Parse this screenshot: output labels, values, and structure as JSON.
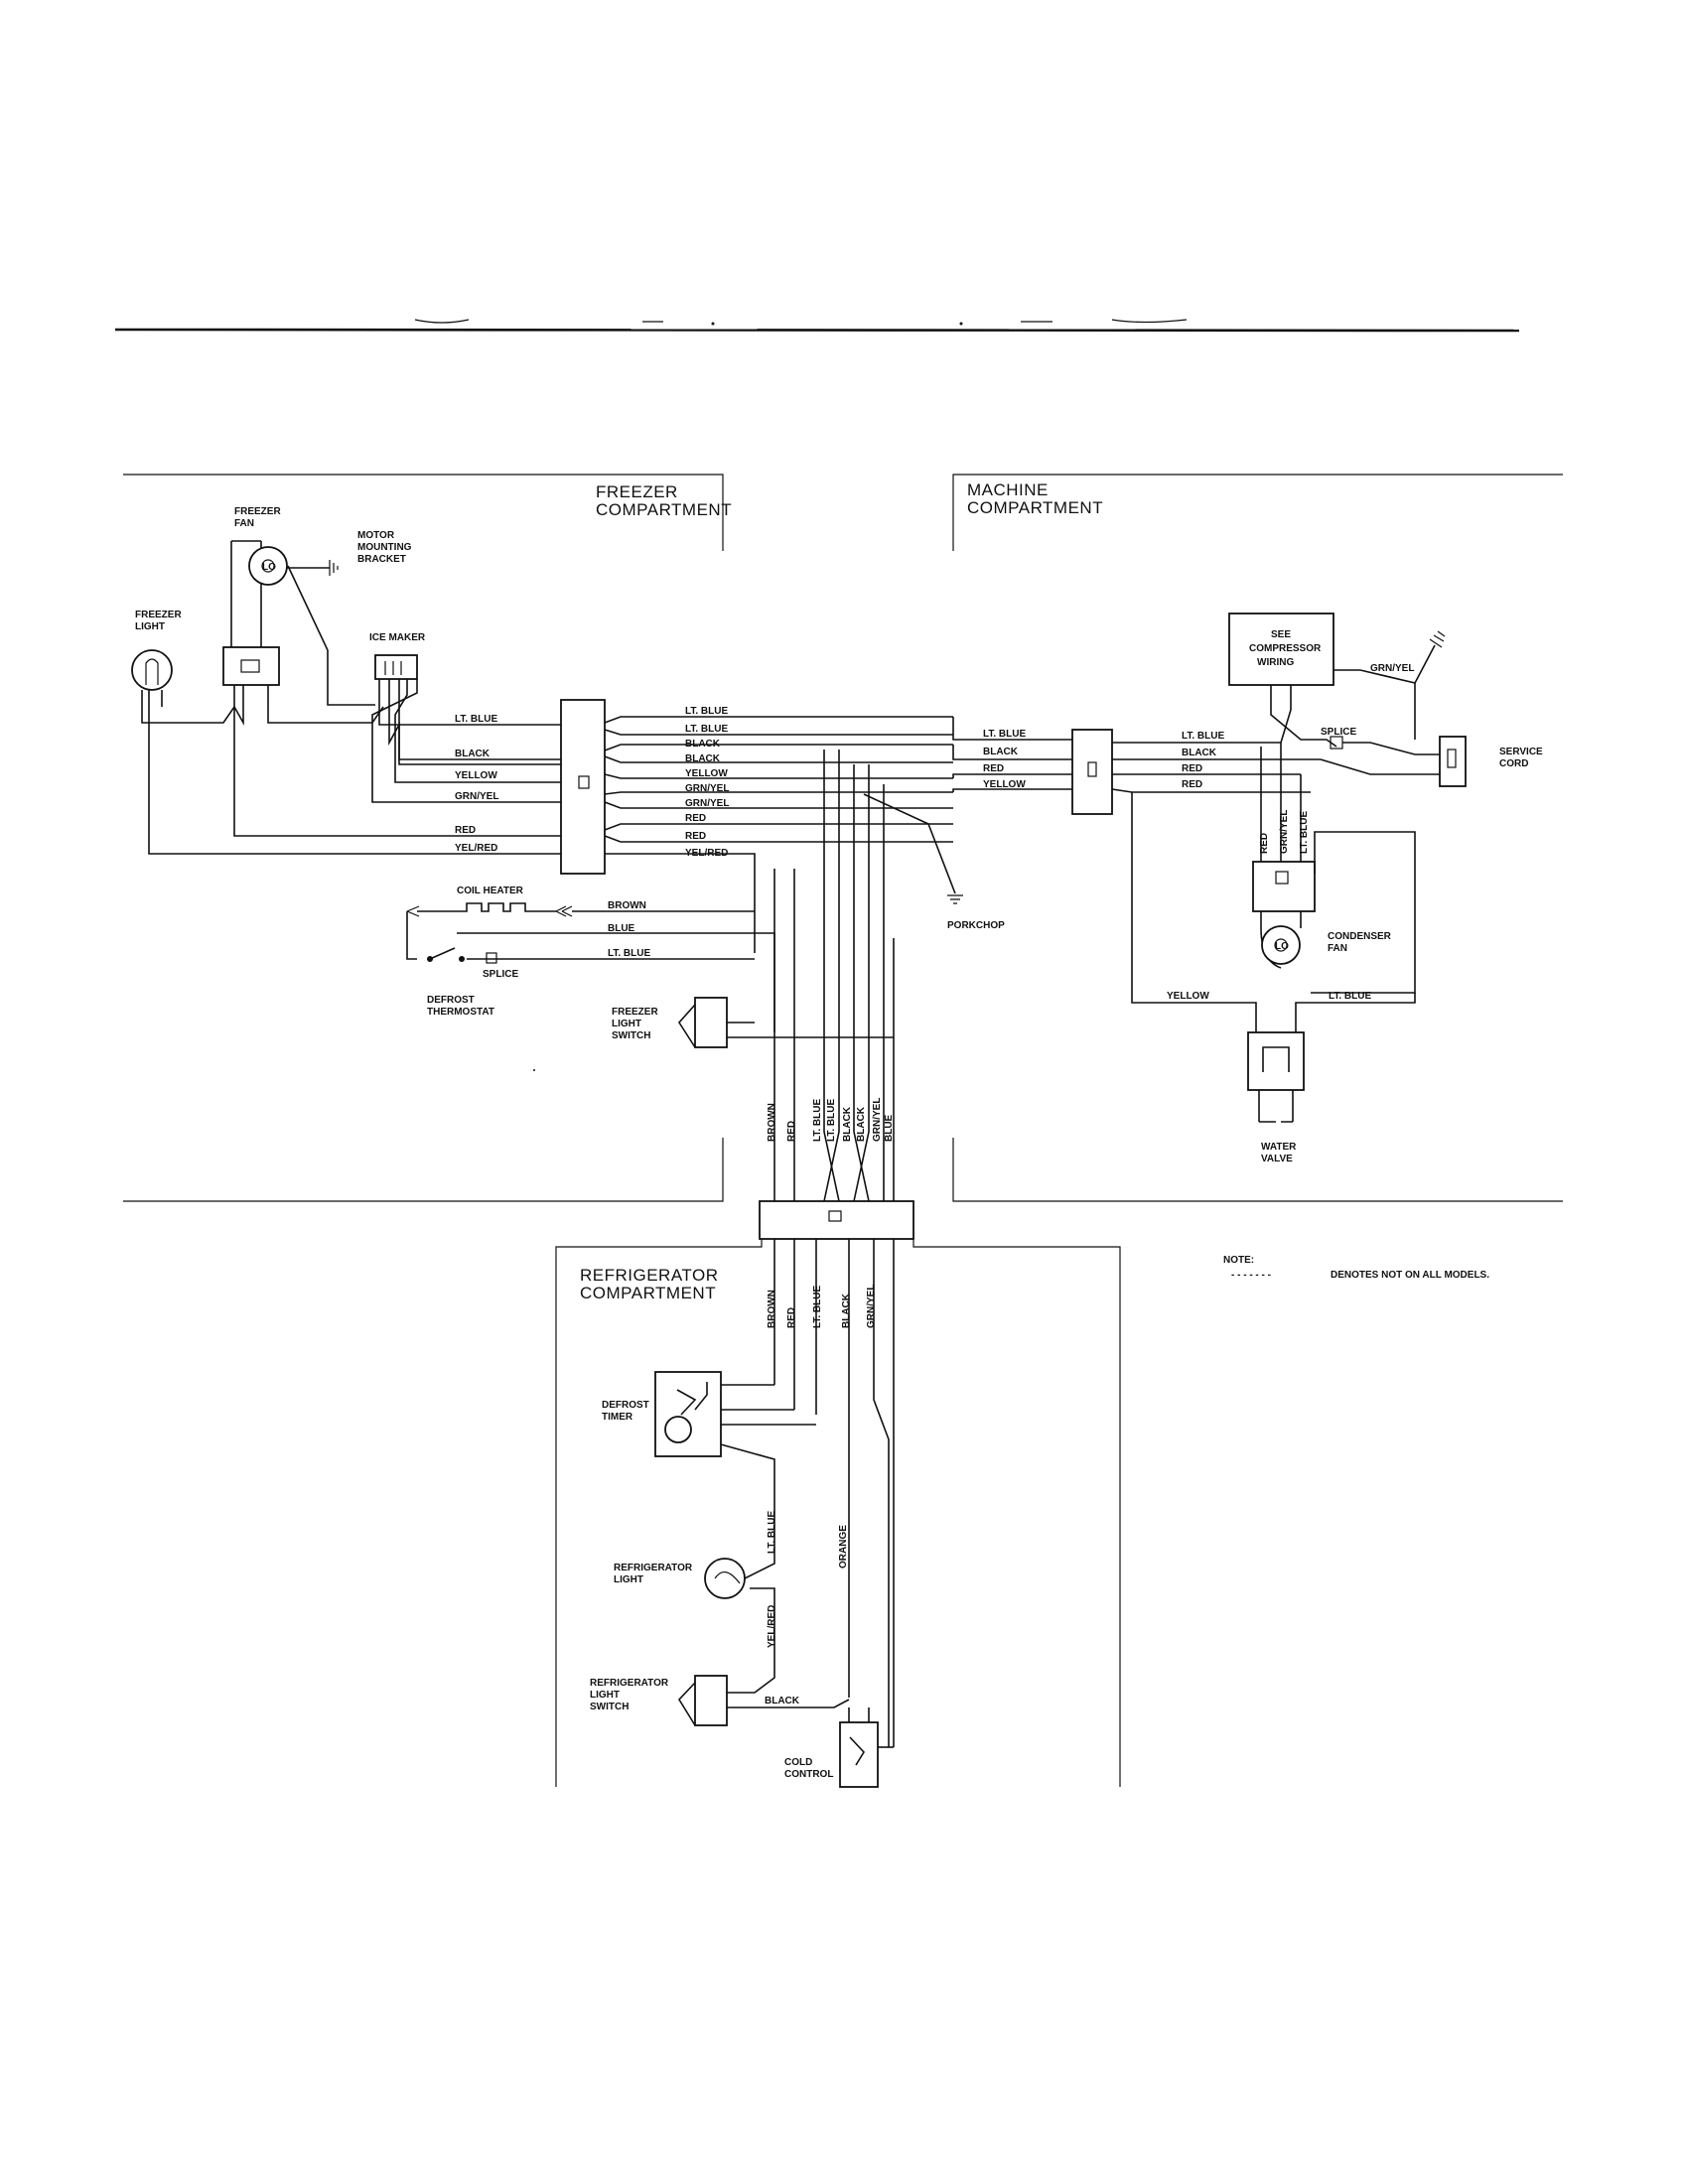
{
  "sections": {
    "freezer": [
      "FREEZER",
      "COMPARTMENT"
    ],
    "machine": [
      "MACHINE",
      "COMPARTMENT"
    ],
    "refrigerator": [
      "REFRIGERATOR",
      "COMPARTMENT"
    ]
  },
  "components": {
    "freezer_fan": [
      "FREEZER",
      "FAN"
    ],
    "motor_bracket": [
      "MOTOR",
      "MOUNTING",
      "BRACKET"
    ],
    "freezer_light": [
      "FREEZER",
      "LIGHT"
    ],
    "ice_maker": "ICE MAKER",
    "coil_heater": "COIL HEATER",
    "splice_left": "SPLICE",
    "defrost_thermostat": [
      "DEFROST",
      "THERMOSTAT"
    ],
    "freezer_light_switch": [
      "FREEZER",
      "LIGHT",
      "SWITCH"
    ],
    "porkchop": "PORKCHOP",
    "compressor_wiring": [
      "SEE",
      "COMPRESSOR",
      "WIRING"
    ],
    "splice_right": "SPLICE",
    "service_cord": [
      "SERVICE",
      "CORD"
    ],
    "condenser_fan": [
      "CONDENSER",
      "FAN"
    ],
    "water_valve": [
      "WATER",
      "VALVE"
    ],
    "defrost_timer": [
      "DEFROST",
      "TIMER"
    ],
    "refrigerator_light": [
      "REFRIGERATOR",
      "LIGHT"
    ],
    "refrigerator_light_switch": [
      "REFRIGERATOR",
      "LIGHT",
      "SWITCH"
    ],
    "cold_control": [
      "COLD",
      "CONTROL"
    ]
  },
  "wire_labels": {
    "left_harness": [
      "LT. BLUE",
      "BLACK",
      "YELLOW",
      "GRN/YEL",
      "RED",
      "YEL/RED"
    ],
    "right_harness": [
      "LT. BLUE",
      "LT. BLUE",
      "BLACK",
      "BLACK",
      "YELLOW",
      "GRN/YEL",
      "GRN/YEL",
      "RED",
      "RED",
      "YEL/RED"
    ],
    "coil_heater_wires": [
      "BROWN",
      "BLUE",
      "LT. BLUE"
    ],
    "machine_left": [
      "LT. BLUE",
      "BLACK",
      "RED",
      "YELLOW"
    ],
    "machine_right": [
      "LT. BLUE",
      "BLACK",
      "RED",
      "RED"
    ],
    "grn_yel_ground": "GRN/YEL",
    "condenser_vertical": [
      "RED",
      "GRN/YEL",
      "LT. BLUE"
    ],
    "valve_yellow": "YELLOW",
    "valve_ltblue": "LT. BLUE",
    "freezer_bundle": [
      "BROWN",
      "RED",
      "LT. BLUE",
      "LT. BLUE",
      "BLACK",
      "BLACK",
      "GRN/YEL",
      "BLUE"
    ],
    "fridge_bundle": [
      "BROWN",
      "RED",
      "LT. BLUE",
      "BLACK",
      "GRN/YEL"
    ],
    "fridge_ltblue": "LT. BLUE",
    "fridge_orange": "ORANGE",
    "fridge_yelred": "YEL/RED",
    "fridge_black": "BLACK"
  },
  "note": {
    "title": "NOTE:",
    "dashes": "- - - - - - -",
    "text": "DENOTES NOT ON ALL MODELS."
  }
}
